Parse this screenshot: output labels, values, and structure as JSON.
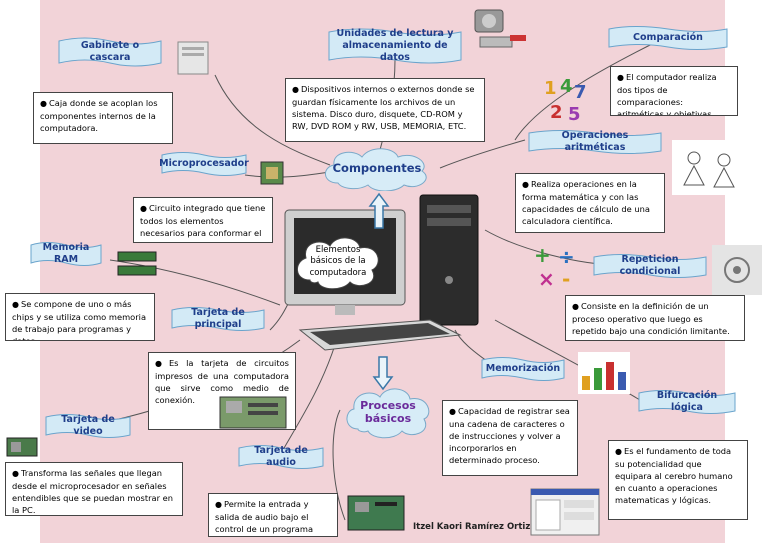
{
  "colors": {
    "pink": "#f2d3d8",
    "banner_fill": "#d3eaf6",
    "banner_stroke": "#6aa4cc",
    "banner_text": "#1f3e8a",
    "cloud_fill": "#d7ecf7",
    "procesos_text": "#6a2a9a"
  },
  "center": {
    "title": "Componentes",
    "computer_label": "Elementos básicos de la computadora",
    "procesos": "Procesos básicos"
  },
  "nodes": {
    "gabinete": {
      "title": "Gabinete o cascara",
      "text": "Caja donde se acoplan los componentes internos de la computadora."
    },
    "unidades": {
      "title": "Unidades de lectura y almacenamiento de datos",
      "text": "Dispositivos internos o externos donde se guardan físicamente los archivos de un sistema. Disco duro, disquete, CD-ROM y RW, DVD ROM y RW, USB, MEMORIA, ETC."
    },
    "microprocesador": {
      "title": "Microprocesador",
      "text": "Circuito integrado que tiene todos los elementos necesarios para conformar el CPU."
    },
    "memoria_ram": {
      "title": "Memoria RAM",
      "text": "Se compone de uno o más chips y se utiliza como memoria de trabajo para programas y datos."
    },
    "tarjeta_principal": {
      "title": "Tarjeta de principal",
      "text": "Es la tarjeta de circuitos impresos de una computadora que sirve como medio de conexión."
    },
    "tarjeta_video": {
      "title": "Tarjeta de video",
      "text": "Transforma las señales que llegan desde el microprocesador en señales entendibles que se puedan mostrar en la PC."
    },
    "tarjeta_audio": {
      "title": "Tarjeta de audio",
      "text": "Permite la entrada y salida de audio bajo el control de un programa informático."
    },
    "comparacion": {
      "title": "Comparación",
      "text": "El computador realiza dos tipos de comparaciones: aritméticas y objetivas."
    },
    "operaciones": {
      "title": "Operaciones aritméticas",
      "text": "Realiza operaciones en la forma matemática y con las capacidades de cálculo de una calculadora científica."
    },
    "repeticion": {
      "title": "Repeticion condicional",
      "text": "Consiste en la definición de un proceso operativo que luego es repetido bajo una condición limitante."
    },
    "memorizacion": {
      "title": "Memorización",
      "text": "Capacidad de registrar sea una cadena de caracteres o de instrucciones y volver a incorporarlos en determinado proceso."
    },
    "bifurcacion": {
      "title": "Bifurcación lógica",
      "text": "Es el fundamento de toda su potencialidad que equipara al cerebro humano en cuanto a operaciones matematicas y lógicas."
    }
  },
  "credit": "Itzel Kaori Ramírez Ortiz"
}
